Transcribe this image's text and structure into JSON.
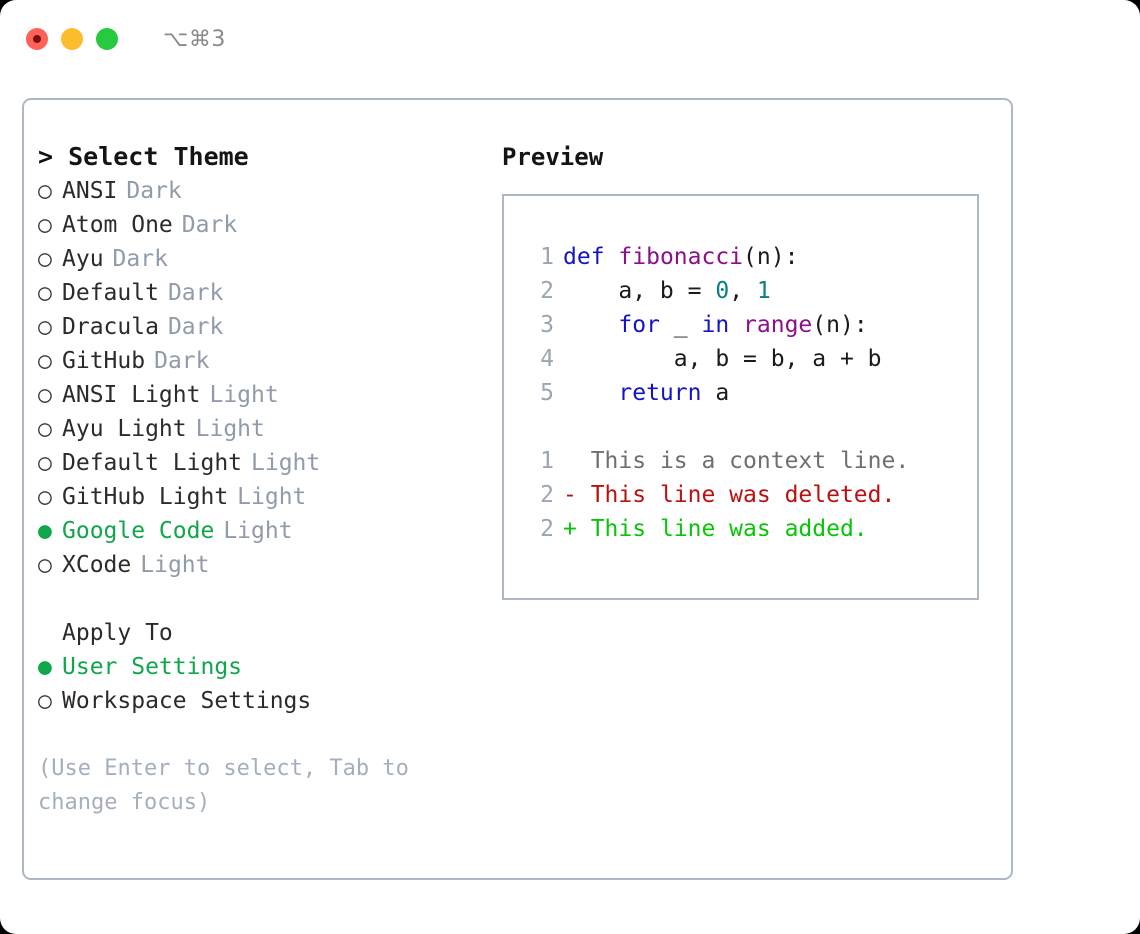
{
  "window": {
    "shortcut": "⌥⌘3",
    "traffic_lights": [
      {
        "name": "close",
        "color": "#ff6159"
      },
      {
        "name": "minimize",
        "color": "#fbbd2e"
      },
      {
        "name": "maximize",
        "color": "#27c93f"
      }
    ]
  },
  "colors": {
    "selected_green": "#10a64a",
    "muted_tag": "#909bab",
    "hint": "#a4afbd",
    "border": "#aeb8c4",
    "keyword": "#1414c4",
    "function": "#8c0f8c",
    "number": "#0b7e7e",
    "diff_deleted": "#bb1010",
    "diff_added": "#0ac40a",
    "line_number": "#9aa5b4"
  },
  "theme_picker": {
    "header": "> Select Theme",
    "items": [
      {
        "name": "ANSI",
        "tag": "Dark",
        "selected": false,
        "bullet": "○"
      },
      {
        "name": "Atom One",
        "tag": "Dark",
        "selected": false,
        "bullet": "○"
      },
      {
        "name": "Ayu",
        "tag": "Dark",
        "selected": false,
        "bullet": "○"
      },
      {
        "name": "Default",
        "tag": "Dark",
        "selected": false,
        "bullet": "○"
      },
      {
        "name": "Dracula",
        "tag": "Dark",
        "selected": false,
        "bullet": "○"
      },
      {
        "name": "GitHub",
        "tag": "Dark",
        "selected": false,
        "bullet": "○"
      },
      {
        "name": "ANSI Light",
        "tag": "Light",
        "selected": false,
        "bullet": "○"
      },
      {
        "name": "Ayu Light",
        "tag": "Light",
        "selected": false,
        "bullet": "○"
      },
      {
        "name": "Default Light",
        "tag": "Light",
        "selected": false,
        "bullet": "○"
      },
      {
        "name": "GitHub Light",
        "tag": "Light",
        "selected": false,
        "bullet": "○"
      },
      {
        "name": "Google Code",
        "tag": "Light",
        "selected": true,
        "bullet": "●"
      },
      {
        "name": "XCode",
        "tag": "Light",
        "selected": false,
        "bullet": "○"
      }
    ]
  },
  "apply_to": {
    "header": "Apply To",
    "options": [
      {
        "label": "User Settings",
        "selected": true,
        "bullet": "●"
      },
      {
        "label": "Workspace Settings",
        "selected": false,
        "bullet": "○"
      }
    ]
  },
  "hint": "(Use Enter to select, Tab to change focus)",
  "preview": {
    "title": "Preview",
    "code_lines": [
      {
        "ln": "1",
        "tokens": [
          {
            "t": "def",
            "c": "kw"
          },
          {
            "t": " ",
            "c": "plain"
          },
          {
            "t": "fibonacci",
            "c": "fn"
          },
          {
            "t": "(n):",
            "c": "plain"
          }
        ]
      },
      {
        "ln": "2",
        "tokens": [
          {
            "t": "    a, b = ",
            "c": "plain"
          },
          {
            "t": "0",
            "c": "num"
          },
          {
            "t": ", ",
            "c": "plain"
          },
          {
            "t": "1",
            "c": "num"
          }
        ]
      },
      {
        "ln": "3",
        "tokens": [
          {
            "t": "    ",
            "c": "plain"
          },
          {
            "t": "for",
            "c": "kw"
          },
          {
            "t": " _ ",
            "c": "plain"
          },
          {
            "t": "in",
            "c": "kw"
          },
          {
            "t": " ",
            "c": "plain"
          },
          {
            "t": "range",
            "c": "fn"
          },
          {
            "t": "(n):",
            "c": "plain"
          }
        ]
      },
      {
        "ln": "4",
        "tokens": [
          {
            "t": "        a, b = b, a + b",
            "c": "plain"
          }
        ]
      },
      {
        "ln": "5",
        "tokens": [
          {
            "t": "    ",
            "c": "plain"
          },
          {
            "t": "return",
            "c": "kw"
          },
          {
            "t": " a",
            "c": "plain"
          }
        ]
      }
    ],
    "diff_lines": [
      {
        "ln": "1",
        "marker": " ",
        "text": " This is a context line.",
        "kind": "ctx"
      },
      {
        "ln": "2",
        "marker": "-",
        "text": " This line was deleted.",
        "kind": "del"
      },
      {
        "ln": "2",
        "marker": "+",
        "text": " This line was added.",
        "kind": "add"
      }
    ]
  }
}
